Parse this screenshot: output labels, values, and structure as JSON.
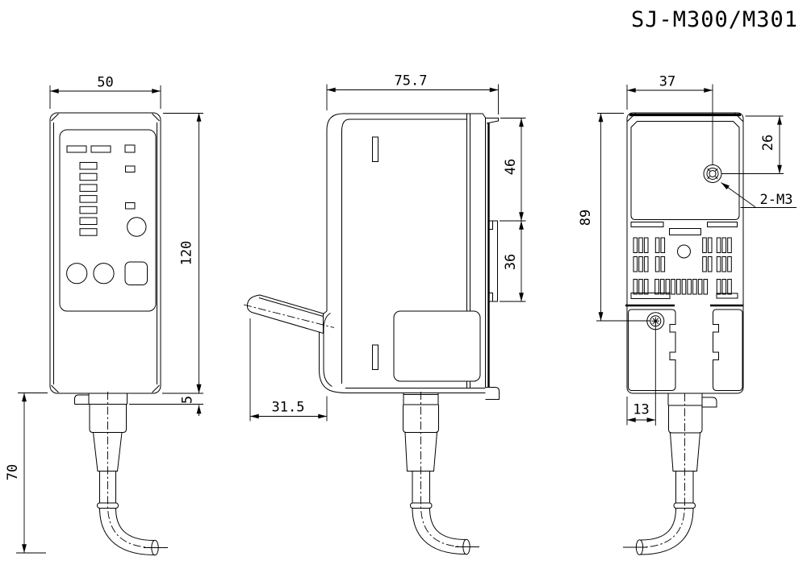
{
  "title": "SJ-M300/M301",
  "views": {
    "front": {
      "dim_width": "50",
      "dim_height": "120",
      "dim_flange": "5",
      "dim_cable_bend": "70"
    },
    "side": {
      "dim_depth": "75.7",
      "dim_top_to_rail": "46",
      "dim_rail_clip": "36",
      "dim_head_protrusion": "31.5"
    },
    "back": {
      "dim_width": "37",
      "dim_screw_from_top": "26",
      "dim_height_to_screw": "89",
      "dim_screw_from_edge": "13",
      "screw_spec": "2-M3"
    }
  }
}
